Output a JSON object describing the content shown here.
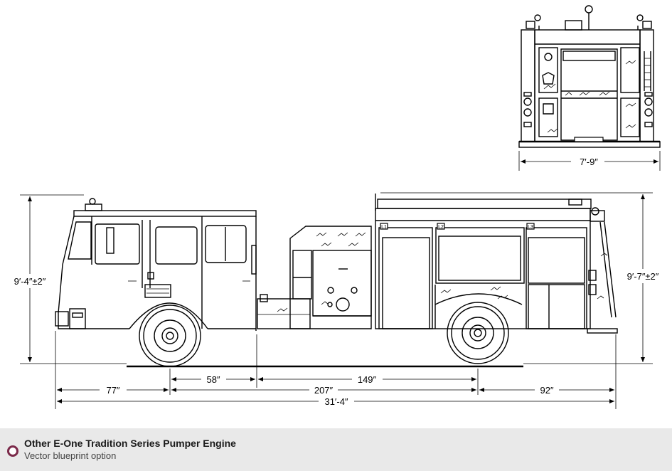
{
  "caption": {
    "title": "Other E-One Tradition Series Pumper Engine",
    "subtitle": "Vector blueprint option"
  },
  "dimensions": {
    "rear_width": "7′-9″",
    "cab_height": "9′-4″±2″",
    "body_height": "9′-7″±2″",
    "front_overhang": "77″",
    "cab_to_pump": "58″",
    "wheelbase": "207″",
    "pump_to_rear_axle": "149″",
    "rear_overhang": "92″",
    "overall_length": "31′-4″"
  },
  "compartment_labels": [
    "L1",
    "L2",
    "L3"
  ]
}
